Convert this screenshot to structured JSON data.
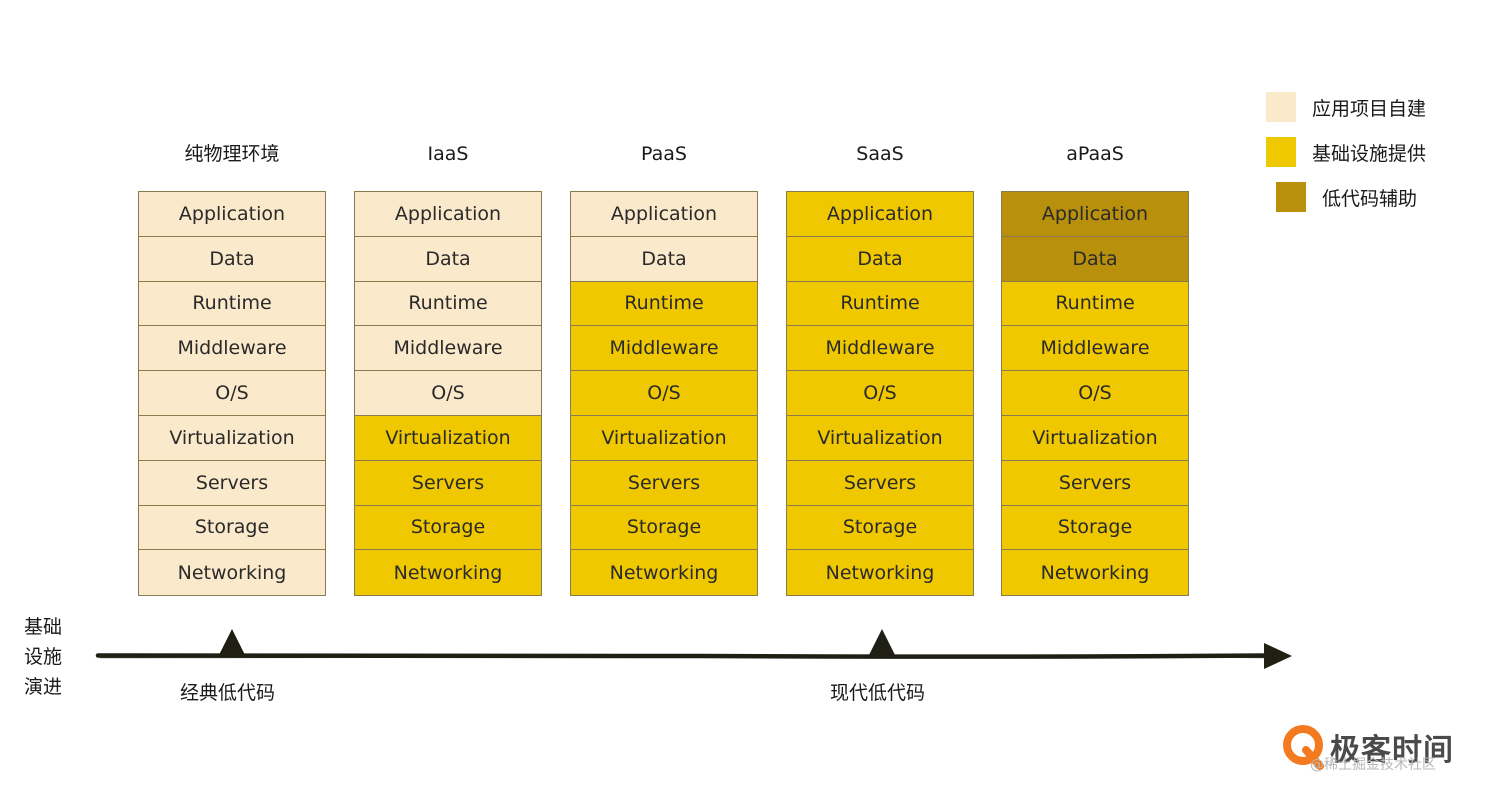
{
  "columns": [
    {
      "title": "纯物理环境",
      "layers": [
        {
          "label": "Application",
          "provider": "self"
        },
        {
          "label": "Data",
          "provider": "self"
        },
        {
          "label": "Runtime",
          "provider": "self"
        },
        {
          "label": "Middleware",
          "provider": "self"
        },
        {
          "label": "O/S",
          "provider": "self"
        },
        {
          "label": "Virtualization",
          "provider": "self"
        },
        {
          "label": "Servers",
          "provider": "self"
        },
        {
          "label": "Storage",
          "provider": "self"
        },
        {
          "label": "Networking",
          "provider": "self"
        }
      ]
    },
    {
      "title": "IaaS",
      "layers": [
        {
          "label": "Application",
          "provider": "self"
        },
        {
          "label": "Data",
          "provider": "self"
        },
        {
          "label": "Runtime",
          "provider": "self"
        },
        {
          "label": "Middleware",
          "provider": "self"
        },
        {
          "label": "O/S",
          "provider": "self"
        },
        {
          "label": "Virtualization",
          "provider": "infra"
        },
        {
          "label": "Servers",
          "provider": "infra"
        },
        {
          "label": "Storage",
          "provider": "infra"
        },
        {
          "label": "Networking",
          "provider": "infra"
        }
      ]
    },
    {
      "title": "PaaS",
      "layers": [
        {
          "label": "Application",
          "provider": "self"
        },
        {
          "label": "Data",
          "provider": "self"
        },
        {
          "label": "Runtime",
          "provider": "infra"
        },
        {
          "label": "Middleware",
          "provider": "infra"
        },
        {
          "label": "O/S",
          "provider": "infra"
        },
        {
          "label": "Virtualization",
          "provider": "infra"
        },
        {
          "label": "Servers",
          "provider": "infra"
        },
        {
          "label": "Storage",
          "provider": "infra"
        },
        {
          "label": "Networking",
          "provider": "infra"
        }
      ]
    },
    {
      "title": "SaaS",
      "layers": [
        {
          "label": "Application",
          "provider": "infra"
        },
        {
          "label": "Data",
          "provider": "infra"
        },
        {
          "label": "Runtime",
          "provider": "infra"
        },
        {
          "label": "Middleware",
          "provider": "infra"
        },
        {
          "label": "O/S",
          "provider": "infra"
        },
        {
          "label": "Virtualization",
          "provider": "infra"
        },
        {
          "label": "Servers",
          "provider": "infra"
        },
        {
          "label": "Storage",
          "provider": "infra"
        },
        {
          "label": "Networking",
          "provider": "infra"
        }
      ]
    },
    {
      "title": "aPaaS",
      "layers": [
        {
          "label": "Application",
          "provider": "lowcode"
        },
        {
          "label": "Data",
          "provider": "lowcode"
        },
        {
          "label": "Runtime",
          "provider": "infra"
        },
        {
          "label": "Middleware",
          "provider": "infra"
        },
        {
          "label": "O/S",
          "provider": "infra"
        },
        {
          "label": "Virtualization",
          "provider": "infra"
        },
        {
          "label": "Servers",
          "provider": "infra"
        },
        {
          "label": "Storage",
          "provider": "infra"
        },
        {
          "label": "Networking",
          "provider": "infra"
        }
      ]
    }
  ],
  "legend": [
    {
      "key": "self",
      "label": "应用项目自建",
      "color": "#fbe9cc"
    },
    {
      "key": "infra",
      "label": "基础设施提供",
      "color": "#f0c800"
    },
    {
      "key": "lowcode",
      "label": "低代码辅助",
      "color": "#b8900c"
    }
  ],
  "axis": {
    "label": "基础设施演进",
    "milestones": [
      {
        "label": "经典低代码"
      },
      {
        "label": "现代低代码"
      }
    ]
  },
  "brand": {
    "name": "极客时间",
    "watermark": "@稀土掘金技术社区",
    "accent_color": "#f47a20"
  }
}
